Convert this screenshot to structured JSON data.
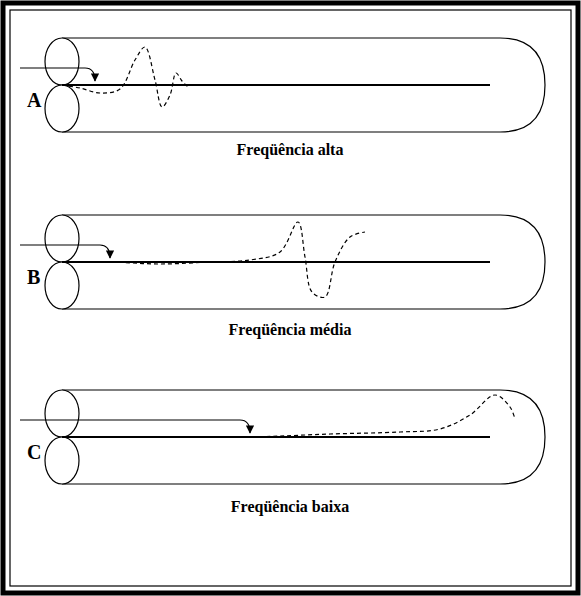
{
  "diagram": {
    "labels": [
      "A",
      "Freqüência alta",
      "B",
      "Freqüência média",
      "C",
      "Freqüência baixa"
    ]
  }
}
